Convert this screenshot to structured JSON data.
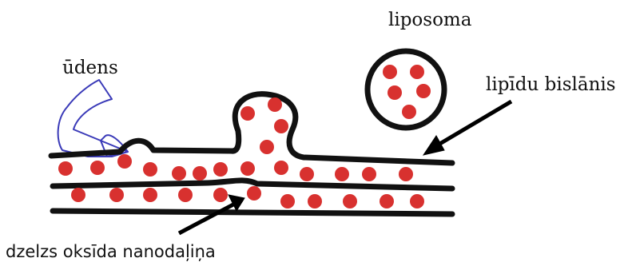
{
  "labels": {
    "liposome": "liposoma",
    "water": "ūdens",
    "lipid_bilayer": "lipīdu bislānis",
    "iron_oxide_nanoparticle": "dzelzs oksīda nanodaļiņa"
  },
  "colors": {
    "membrane": "#111111",
    "particle": "#d8312f",
    "water_arrow": "#3a3ab8",
    "background": "#ffffff"
  },
  "icons": {
    "water_arrow": "curved-arrow-icon"
  }
}
